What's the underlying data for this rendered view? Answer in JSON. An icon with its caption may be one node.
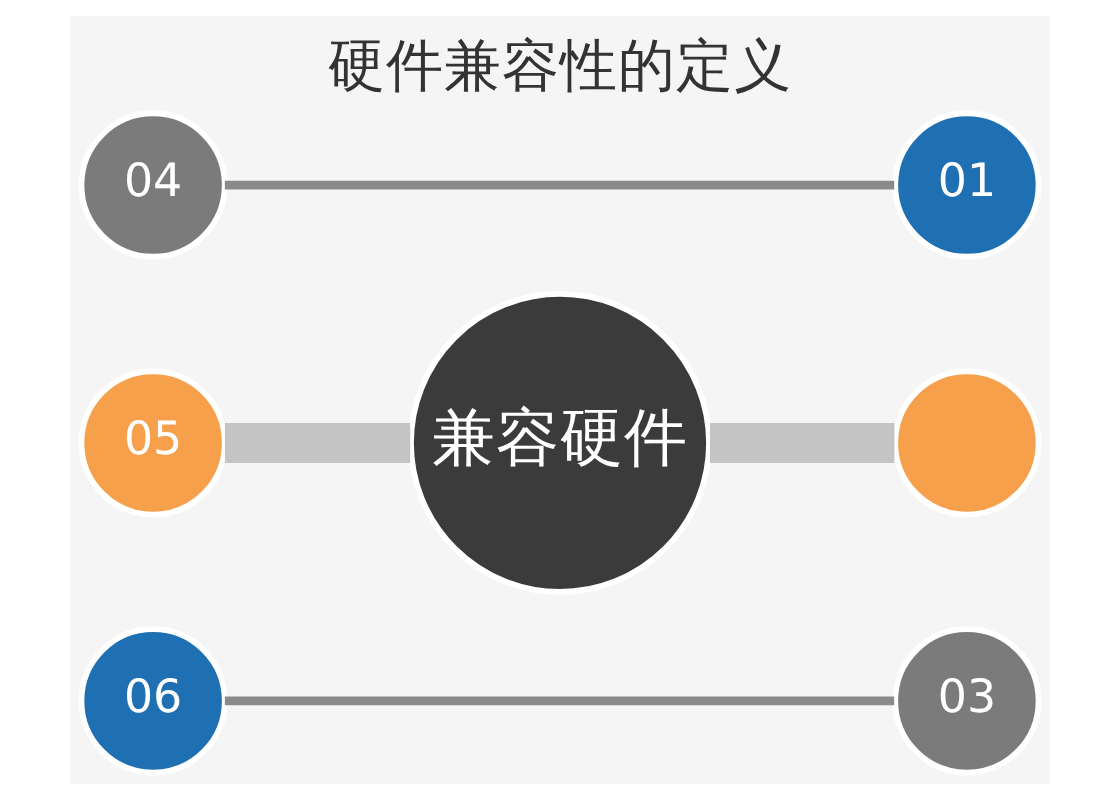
{
  "diagram": {
    "title": "硬件兼容性的定义",
    "nodes": [
      {
        "text": [
          "04"
        ]
      },
      {
        "text": [
          "01"
        ]
      },
      {
        "text": [
          "05"
        ]
      },
      {
        "text": [
          "兼容硬件"
        ]
      },
      {
        "text": [],
        "shape": "circle"
      },
      {
        "text": [
          "06"
        ]
      },
      {
        "text": [
          "03"
        ]
      }
    ],
    "edges": [
      {
        "from": 0,
        "to": 1,
        "arrow": "none"
      },
      {
        "from": 2,
        "to": 3,
        "arrow": "none",
        "style": "thick",
        "color": "#c4c4c4"
      },
      {
        "from": 3,
        "to": 4,
        "arrow": "none",
        "style": "thick",
        "color": "#c4c4c4"
      },
      {
        "from": 5,
        "to": 6,
        "arrow": "none"
      }
    ]
  }
}
